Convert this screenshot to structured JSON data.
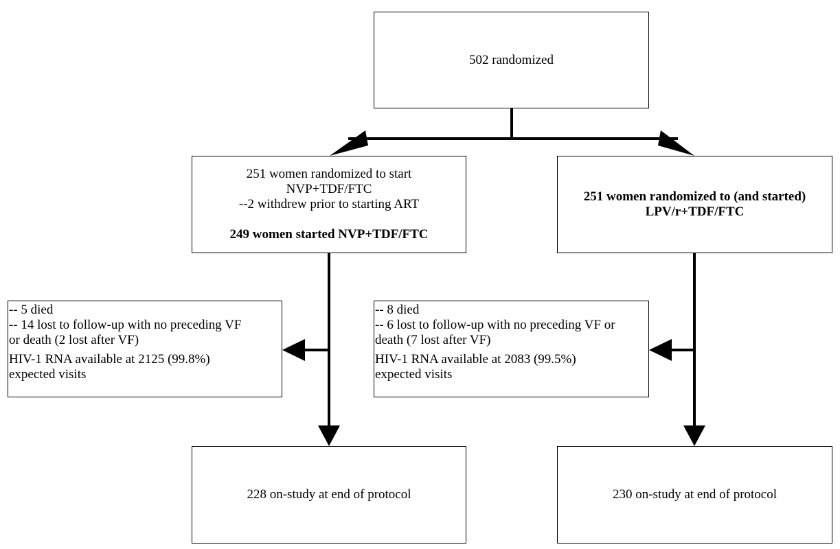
{
  "top": {
    "label": "502 randomized"
  },
  "arm_left": {
    "line1": "251 women randomized to start",
    "line2": "NVP+TDF/FTC",
    "line3": "--2 withdrew prior to starting ART",
    "line4": "249 women started NVP+TDF/FTC"
  },
  "arm_right": {
    "line1": "251 women randomized to (and started)",
    "line2": "LPV/r+TDF/FTC"
  },
  "side_left": {
    "line1": "-- 5 died",
    "line2": "-- 14 lost to follow-up with no preceding VF",
    "line3": "or death (2 lost after VF)",
    "line4": "HIV-1 RNA available at 2125 (99.8%)",
    "line5": "expected visits"
  },
  "side_right": {
    "line1": "-- 8 died",
    "line2": "-- 6 lost to follow-up with no preceding VF or",
    "line3": "death (7 lost after VF)",
    "line4": "HIV-1 RNA available at 2083 (99.5%)",
    "line5": "expected visits"
  },
  "end_left": {
    "label": "228 on-study at end of protocol"
  },
  "end_right": {
    "label": "230 on-study at end of protocol"
  }
}
